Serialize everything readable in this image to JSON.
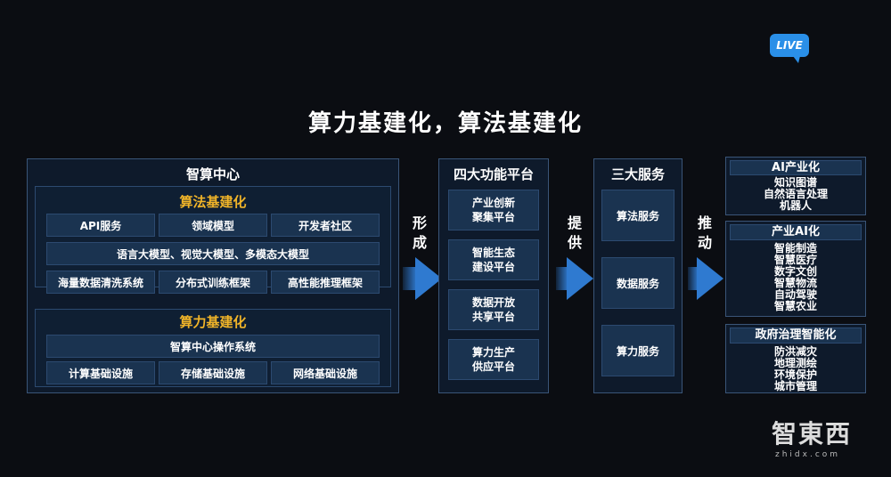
{
  "badge": "LIVE",
  "title": "算力基建化，算法基建化",
  "center": {
    "title": "智算中心",
    "algo": {
      "title": "算法基建化",
      "row1": [
        "API服务",
        "领域模型",
        "开发者社区"
      ],
      "row2": "语言大模型、视觉大模型、多模态大模型",
      "row3": [
        "海量数据清洗系统",
        "分布式训练框架",
        "高性能推理框架"
      ]
    },
    "compute": {
      "title": "算力基建化",
      "row1": "智算中心操作系统",
      "row2": [
        "计算基础设施",
        "存储基础设施",
        "网络基础设施"
      ]
    }
  },
  "arrow1": [
    "形",
    "成"
  ],
  "platform": {
    "title": "四大功能平台",
    "items": [
      [
        "产业创新",
        "聚集平台"
      ],
      [
        "智能生态",
        "建设平台"
      ],
      [
        "数据开放",
        "共享平台"
      ],
      [
        "算力生产",
        "供应平台"
      ]
    ]
  },
  "arrow2": [
    "提",
    "供"
  ],
  "services": {
    "title": "三大服务",
    "items": [
      "算法服务",
      "数据服务",
      "算力服务"
    ]
  },
  "arrow3": [
    "推",
    "动"
  ],
  "right": [
    {
      "title": "AI产业化",
      "items": [
        "知识图谱",
        "自然语言处理",
        "机器人"
      ]
    },
    {
      "title": "产业AI化",
      "items": [
        "智能制造",
        "智慧医疗",
        "数字文创",
        "智慧物流",
        "自动驾驶",
        "智慧农业"
      ]
    },
    {
      "title": "政府治理智能化",
      "items": [
        "防洪减灾",
        "地理测绘",
        "环境保护",
        "城市管理"
      ]
    }
  ],
  "watermark": {
    "brand": "智東西",
    "sub": "zhidx.com"
  }
}
